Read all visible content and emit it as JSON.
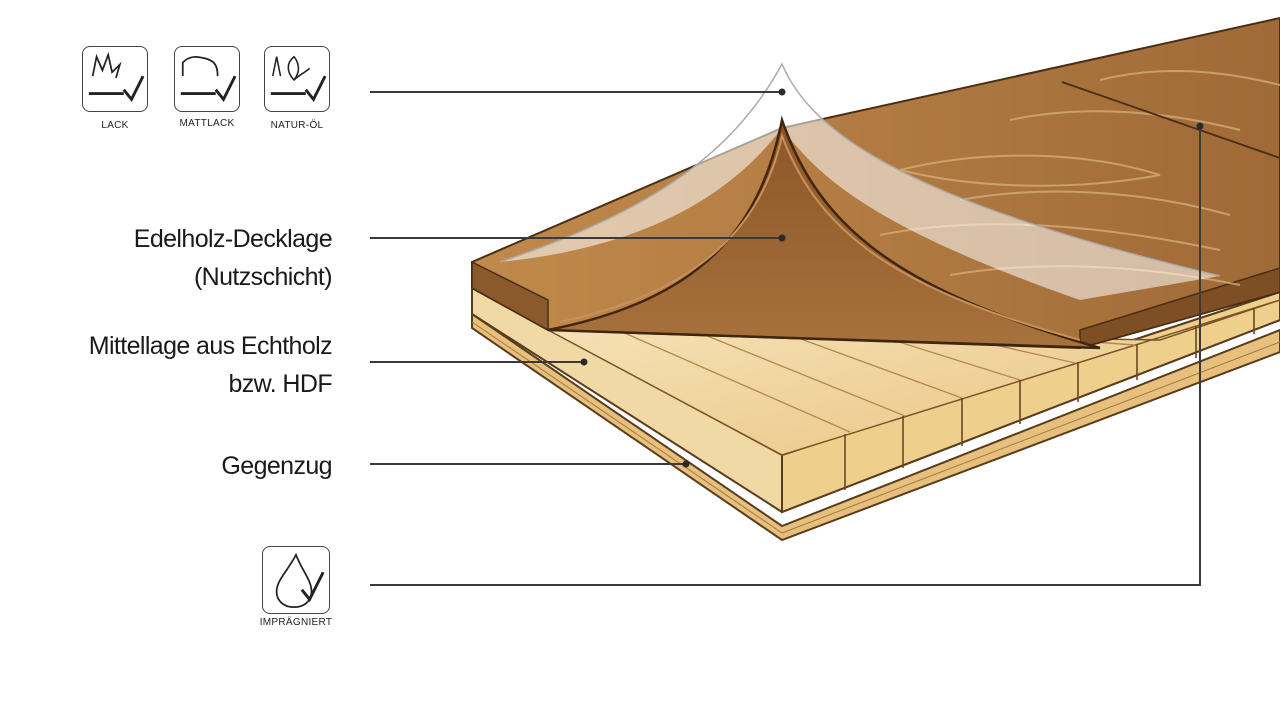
{
  "finish_icons": [
    {
      "label": "LACK",
      "icon": "lacquer-icon"
    },
    {
      "label": "MATTLACK",
      "icon": "matte-lacquer-icon"
    },
    {
      "label": "NATUR-ÖL",
      "icon": "natural-oil-icon"
    }
  ],
  "layers": {
    "top_layer_line1": "Edelholz-Decklage",
    "top_layer_line2": "(Nutzschicht)",
    "middle_layer_line1": "Mittellage aus Echtholz",
    "middle_layer_line2": "bzw. HDF",
    "backing_layer": "Gegenzug"
  },
  "impregnated_icon": {
    "label": "IMPRÄGNIERT",
    "icon": "drop-icon"
  },
  "colors": {
    "oak_light": "#e9c48a",
    "oak_mid": "#c99a5a",
    "walnut_top": "#9a6434",
    "walnut_dark": "#6e4220",
    "core_wood": "#f0d49a",
    "backing": "#e6c07c",
    "leader_line": "#3a3a3a"
  }
}
